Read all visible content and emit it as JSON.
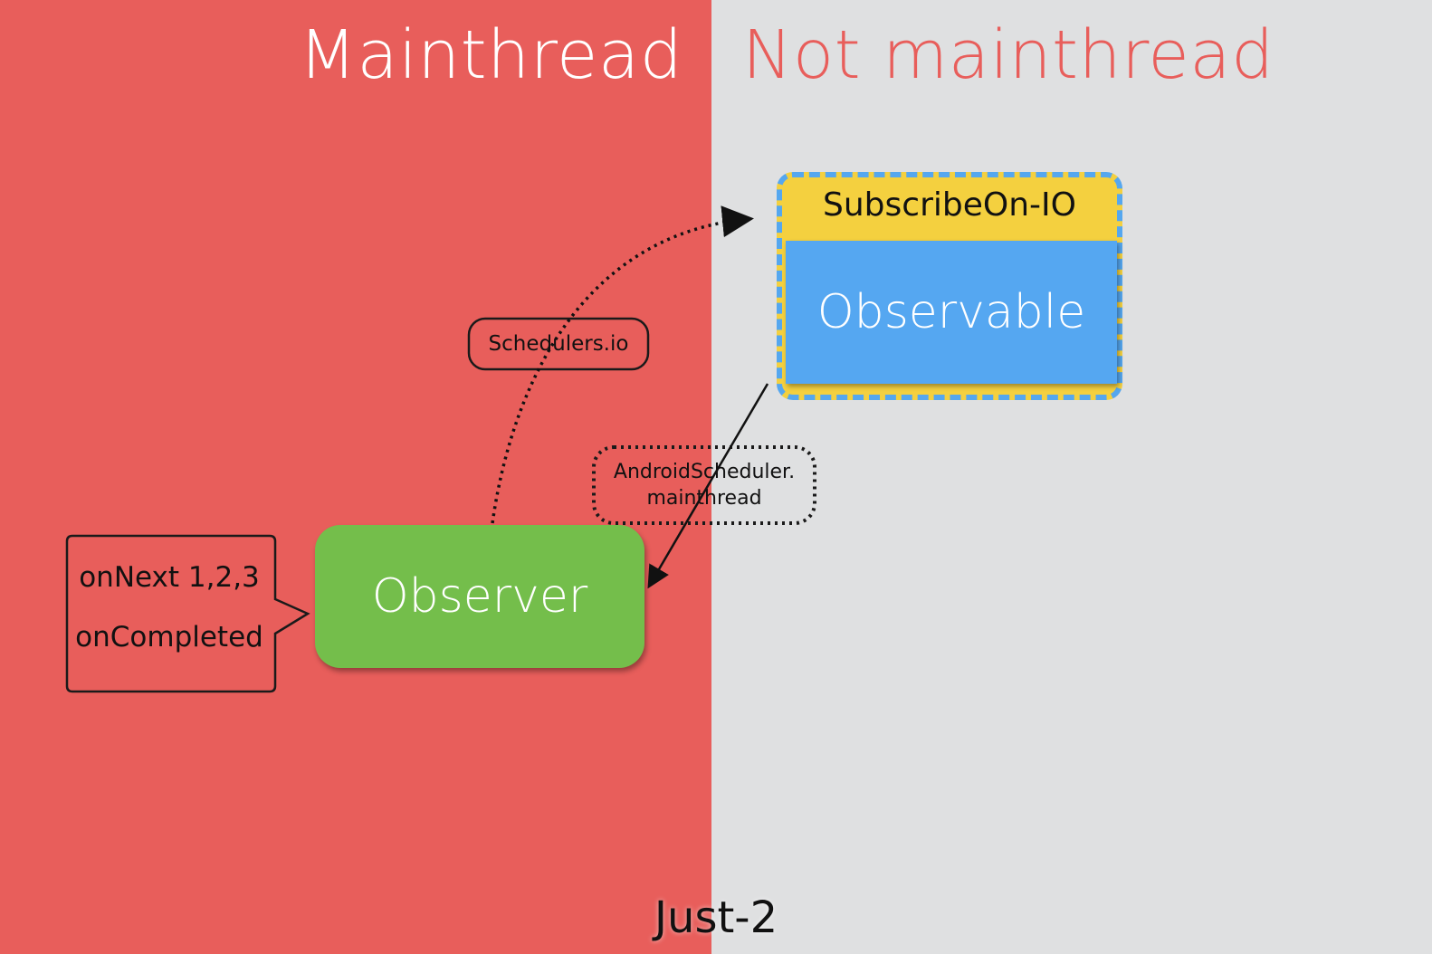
{
  "zones": {
    "left_title": "Mainthread",
    "right_title": "Not mainthread"
  },
  "subscribe_on": {
    "label": "SubscribeOn-IO",
    "observable_label": "Observable"
  },
  "observer": {
    "label": "Observer"
  },
  "callout": {
    "line1": "onNext   1,2,3",
    "line2": "onCompleted"
  },
  "schedulers": {
    "io_label": "Schedulers.io",
    "android_line1": "AndroidScheduler.",
    "android_line2": "mainthread"
  },
  "footer": {
    "label": "Just-2"
  },
  "colors": {
    "mainthread_zone": "#e85e5b",
    "other_zone": "#dfe0e1",
    "subscribe_fill": "#f4d03f",
    "subscribe_border": "#55a7ef",
    "observable_fill": "#55a7f1",
    "observer_fill": "#74be4b"
  }
}
